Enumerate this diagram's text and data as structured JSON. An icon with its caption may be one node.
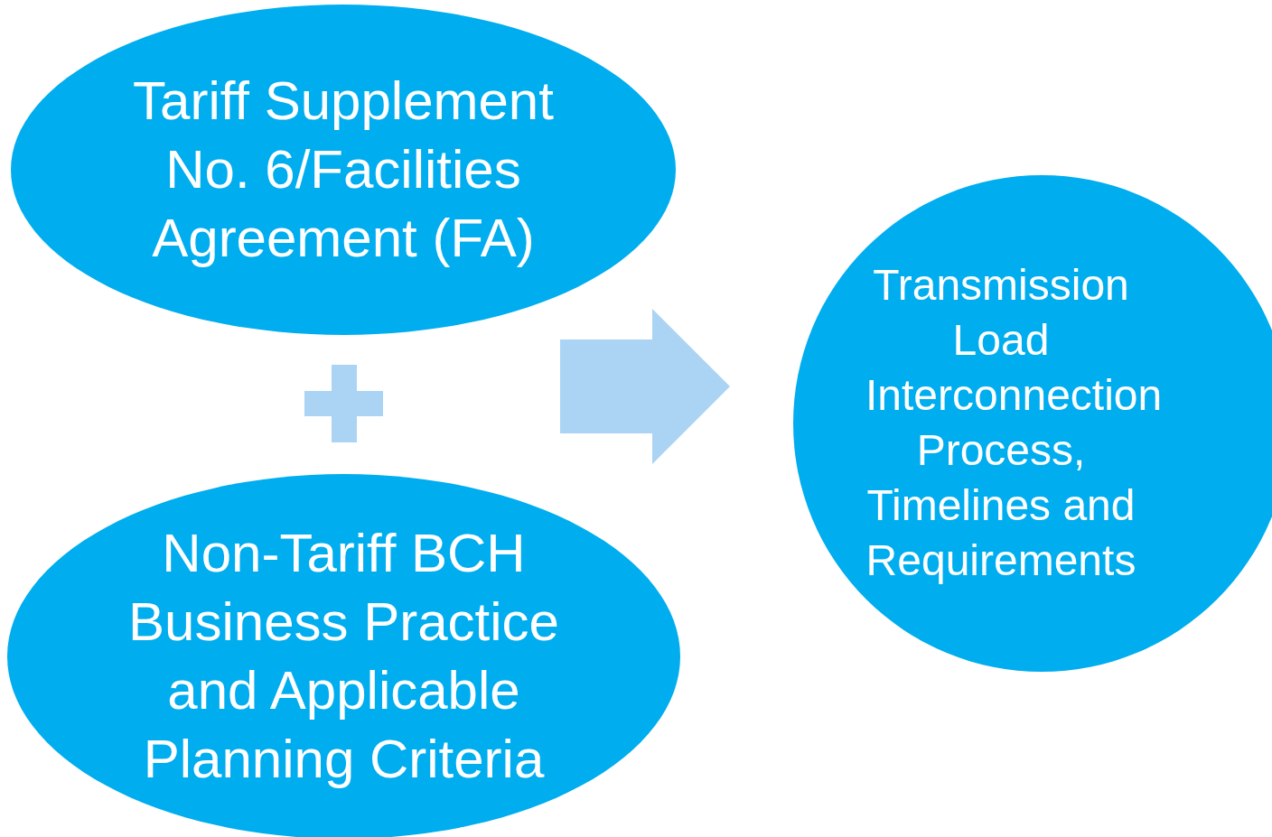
{
  "diagram": {
    "nodes": [
      {
        "text": [
          "Tariff Supplement No. 6/Facilities Agreement (FA)"
        ]
      },
      {
        "text": [
          "Non-Tariff BCH Business Practice and Applicable Planning Criteria"
        ]
      },
      {
        "text": [
          "Transmission Load Interconnection Process, Timelines and Requirements"
        ]
      }
    ],
    "edges": [
      {
        "from": 0,
        "to": 2,
        "arrow": "to",
        "style": "thick"
      },
      {
        "from": 1,
        "to": 2,
        "arrow": "to",
        "style": "thick"
      }
    ]
  }
}
